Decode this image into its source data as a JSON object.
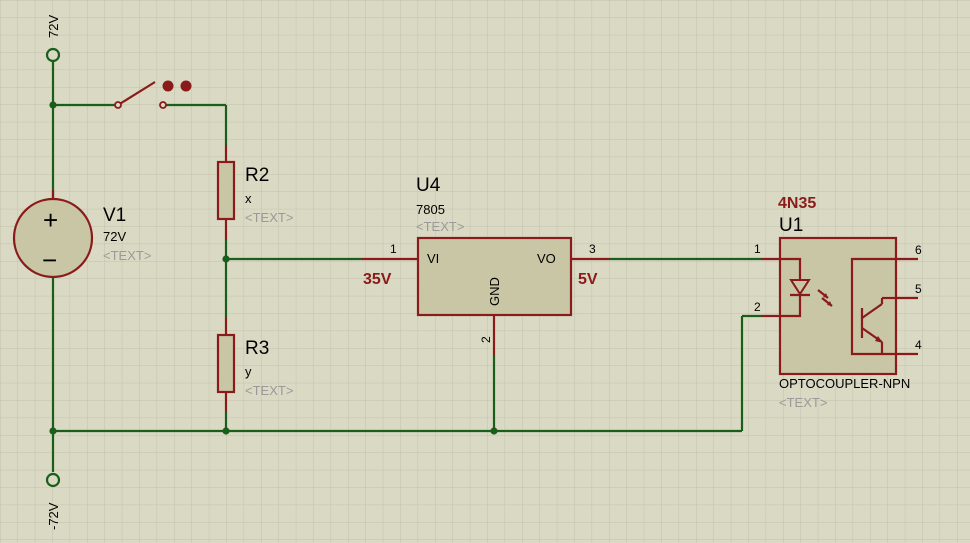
{
  "terminals": {
    "top": "72V",
    "bottom": "-72V"
  },
  "v1": {
    "name": "V1",
    "value": "72V",
    "text": "<TEXT>",
    "plus": "+",
    "minus": "−"
  },
  "r2": {
    "name": "R2",
    "value": "x",
    "text": "<TEXT>"
  },
  "r3": {
    "name": "R3",
    "value": "y",
    "text": "<TEXT>"
  },
  "u4": {
    "name": "U4",
    "part": "7805",
    "text": "<TEXT>",
    "vi": "VI",
    "vo": "VO",
    "gnd": "GND",
    "pin_in": "1",
    "pin_out": "3",
    "pin_gnd": "2"
  },
  "probes": {
    "in_voltage": "35V",
    "out_voltage": "5V"
  },
  "u1": {
    "part_id": "4N35",
    "name": "U1",
    "type": "OPTOCOUPLER-NPN",
    "text": "<TEXT>",
    "pins": [
      "1",
      "2",
      "6",
      "5",
      "4"
    ]
  },
  "colors": {
    "wire": "#1b5e1b",
    "component": "#8b1a1a",
    "background": "#d9d9c4",
    "grid": "#c4c4ad"
  }
}
